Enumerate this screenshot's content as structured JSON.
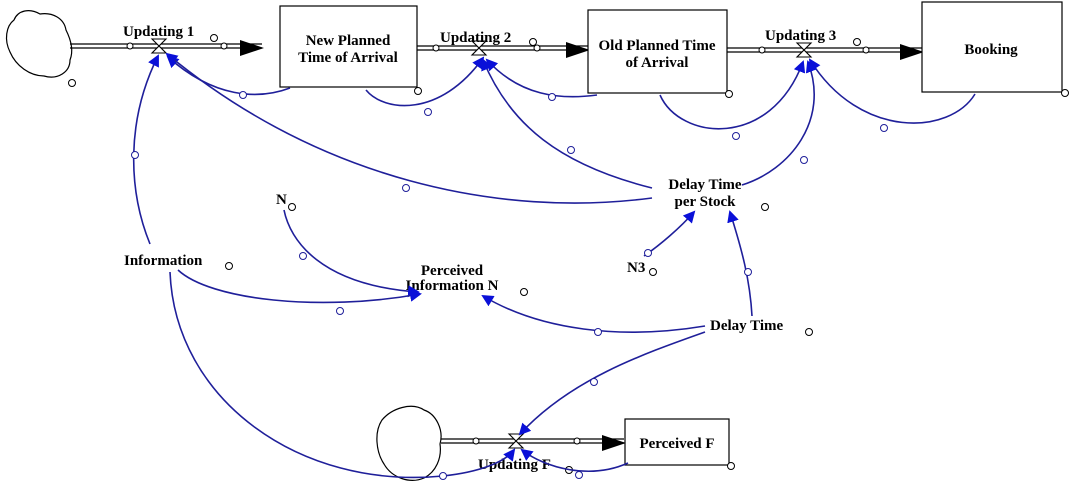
{
  "stocks": {
    "new_planned": {
      "line1": "New Planned",
      "line2": "Time of Arrival"
    },
    "old_planned": {
      "line1": "Old Planned Time",
      "line2": "of Arrival"
    },
    "booking": {
      "label": "Booking"
    },
    "perceived_f": {
      "label": "Perceived F"
    }
  },
  "flows": {
    "updating1": "Updating 1",
    "updating2": "Updating 2",
    "updating3": "Updating 3",
    "updating_f": "Updating F"
  },
  "variables": {
    "n": "N",
    "information": "Information",
    "perceived_info": {
      "line1": "Perceived",
      "line2": "Information N"
    },
    "delay_per_stock": {
      "line1": "Delay Time",
      "line2": "per Stock"
    },
    "n3": "N3",
    "delay_time": "Delay Time"
  },
  "colors": {
    "link": "#1f1f9a",
    "arrowhead": "#0a10d8",
    "outline": "#000000",
    "background": "#ffffff"
  }
}
